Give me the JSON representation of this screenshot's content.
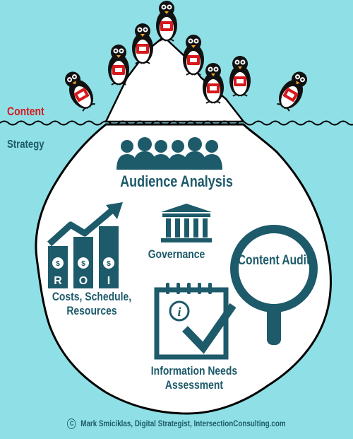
{
  "labels": {
    "content": "Content",
    "strategy": "Strategy",
    "audience_analysis": "Audience Analysis",
    "governance": "Governance",
    "content_audit": "Content Audit",
    "costs": "Costs, Schedule, Resources",
    "info_needs": "Information Needs Assessment",
    "credit": "Mark Smiciklas, Digital Strategist, IntersectionConsulting.com",
    "credit_symbol": "C"
  },
  "roi_letters": [
    "R",
    "O",
    "I"
  ],
  "icons": {
    "penguins": [
      "penguin-video-icon",
      "penguin-camera-icon",
      "penguin-document-icon",
      "penguin-blogger-icon",
      "penguin-podcast-icon",
      "penguin-infographic-icon",
      "penguin-chart-icon",
      "penguin-ebook-icon"
    ],
    "audience": "people-group-icon",
    "governance": "government-building-icon",
    "audit": "magnifying-glass-icon",
    "roi": "roi-bar-chart-icon",
    "info_needs": "checklist-clipboard-icon"
  },
  "colors": {
    "water": "#8ee0e6",
    "ice": "#ffffff",
    "accent_dark": "#1d5a6a",
    "content_red": "#d7191c"
  }
}
